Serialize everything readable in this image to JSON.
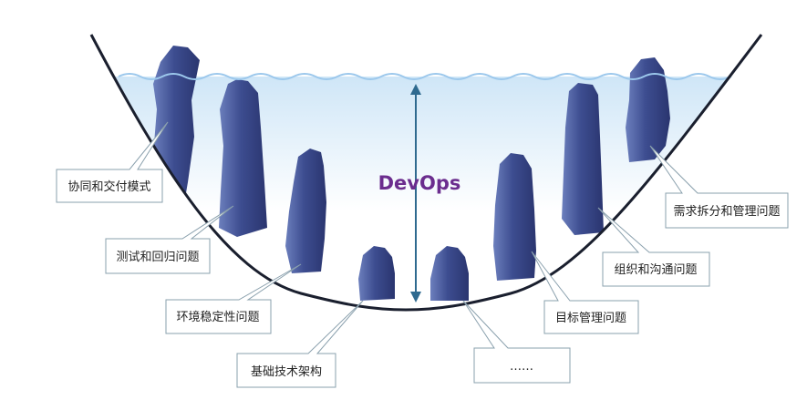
{
  "title": "DevOps",
  "title_color": "#6b2d8e",
  "colors": {
    "water_top": "#cfe6f7",
    "water_bottom": "#ffffff",
    "rock": "#3d4d90",
    "rock_dark": "#2a356f",
    "rock_light": "#6c7fbd",
    "valley_outline": "#1a1f2e",
    "arrow": "#2f6a8f",
    "callout_border": "#8aa0ad",
    "wave": "#9cc8ec"
  },
  "callouts": [
    {
      "id": "collaboration",
      "label": "协同和交付模式"
    },
    {
      "id": "testing",
      "label": "测试和回归问题"
    },
    {
      "id": "environment",
      "label": "环境稳定性问题"
    },
    {
      "id": "infrastructure",
      "label": "基础技术架构"
    },
    {
      "id": "more",
      "label": "……"
    },
    {
      "id": "goals",
      "label": "目标管理问题"
    },
    {
      "id": "organization",
      "label": "组织和沟通问题"
    },
    {
      "id": "requirements",
      "label": "需求拆分和管理问题"
    }
  ]
}
